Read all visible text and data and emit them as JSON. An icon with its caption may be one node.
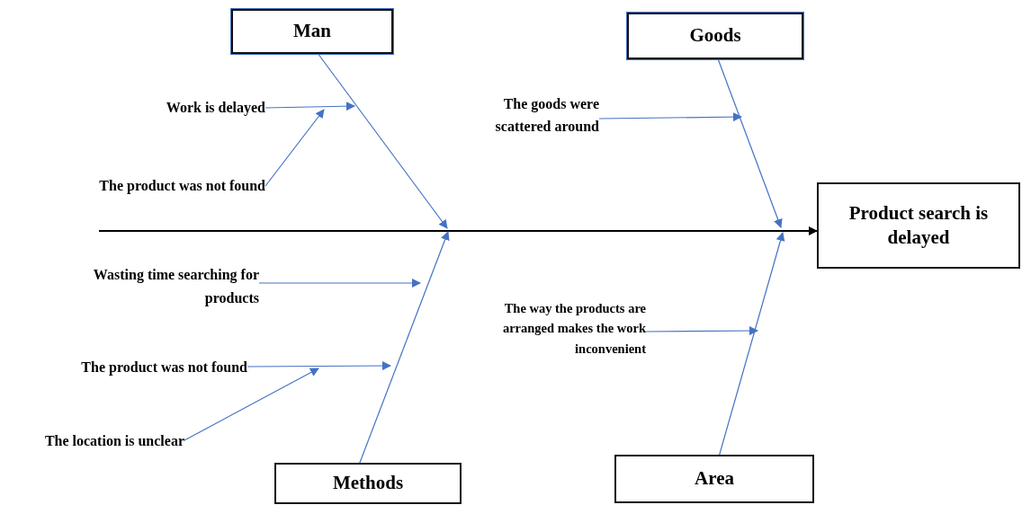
{
  "diagram": {
    "nodes": [
      {
        "text": [
          "Man"
        ]
      },
      {
        "text": [
          "Goods"
        ]
      },
      {
        "text": [
          "Product search is delayed"
        ]
      },
      {
        "text": [
          "Work is delayed"
        ]
      },
      {
        "text": [
          "The product was not found"
        ]
      },
      {
        "text": [
          "The goods were scattered around"
        ]
      },
      {
        "text": [
          "Wasting time searching for products"
        ]
      },
      {
        "text": [
          "The product was not found"
        ]
      },
      {
        "text": [
          "The location is unclear"
        ]
      },
      {
        "text": [
          "The way the products are arranged makes the work inconvenient"
        ]
      },
      {
        "text": [
          "Methods"
        ]
      },
      {
        "text": [
          "Area"
        ]
      }
    ],
    "edges": [
      {
        "from": null,
        "to": 2,
        "arrow": "to",
        "color": "#000000"
      },
      {
        "from": 0,
        "to": null,
        "arrow": "to"
      },
      {
        "from": 1,
        "to": null,
        "arrow": "to"
      },
      {
        "from": 10,
        "to": null,
        "arrow": "to"
      },
      {
        "from": 11,
        "to": null,
        "arrow": "to"
      },
      {
        "from": 3,
        "to": null,
        "arrow": "to"
      },
      {
        "from": 4,
        "to": null,
        "arrow": "to"
      },
      {
        "from": 5,
        "to": null,
        "arrow": "to"
      },
      {
        "from": 6,
        "to": null,
        "arrow": "to"
      },
      {
        "from": 7,
        "to": null,
        "arrow": "to"
      },
      {
        "from": 8,
        "to": null,
        "arrow": "to"
      },
      {
        "from": 9,
        "to": null,
        "arrow": "to"
      }
    ]
  }
}
